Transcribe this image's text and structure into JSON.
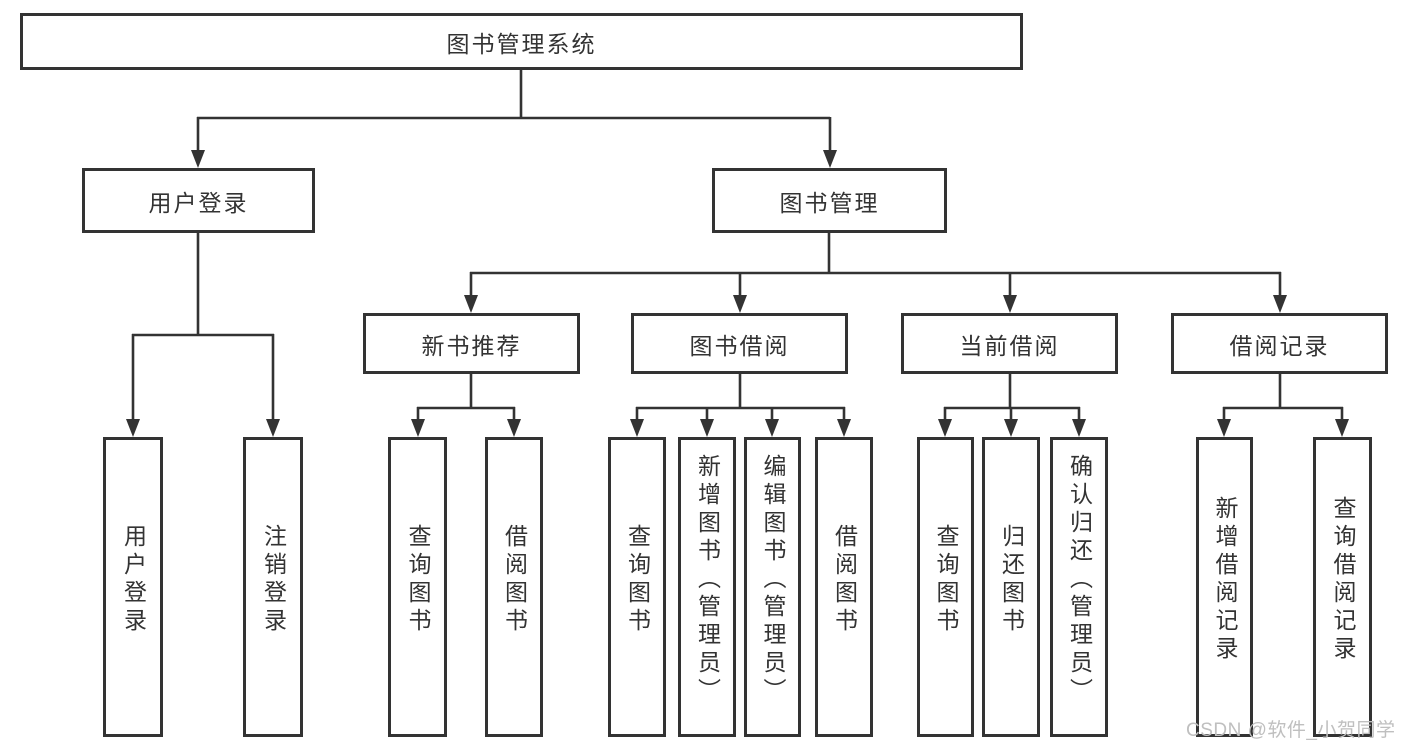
{
  "diagram": {
    "type": "hierarchy-tree",
    "colors": {
      "line": "#333333",
      "text": "#333333",
      "box_background": "#ffffff",
      "watermark_text": "#bfbfbf"
    },
    "tree": {
      "label": "图书管理系统",
      "children": [
        {
          "label": "用户登录",
          "children": [
            {
              "label": "用户登录"
            },
            {
              "label": "注销登录"
            }
          ]
        },
        {
          "label": "图书管理",
          "children": [
            {
              "label": "新书推荐",
              "children": [
                {
                  "label": "查询图书"
                },
                {
                  "label": "借阅图书"
                }
              ]
            },
            {
              "label": "图书借阅",
              "children": [
                {
                  "label": "查询图书"
                },
                {
                  "label": "新增图书（管理员）"
                },
                {
                  "label": "编辑图书（管理员）"
                },
                {
                  "label": "借阅图书"
                }
              ]
            },
            {
              "label": "当前借阅",
              "children": [
                {
                  "label": "查询图书"
                },
                {
                  "label": "归还图书"
                },
                {
                  "label": "确认归还（管理员）"
                }
              ]
            },
            {
              "label": "借阅记录",
              "children": [
                {
                  "label": "新增借阅记录"
                },
                {
                  "label": "查询借阅记录"
                }
              ]
            }
          ]
        }
      ]
    },
    "watermark": "CSDN @软件_小贺同学"
  }
}
